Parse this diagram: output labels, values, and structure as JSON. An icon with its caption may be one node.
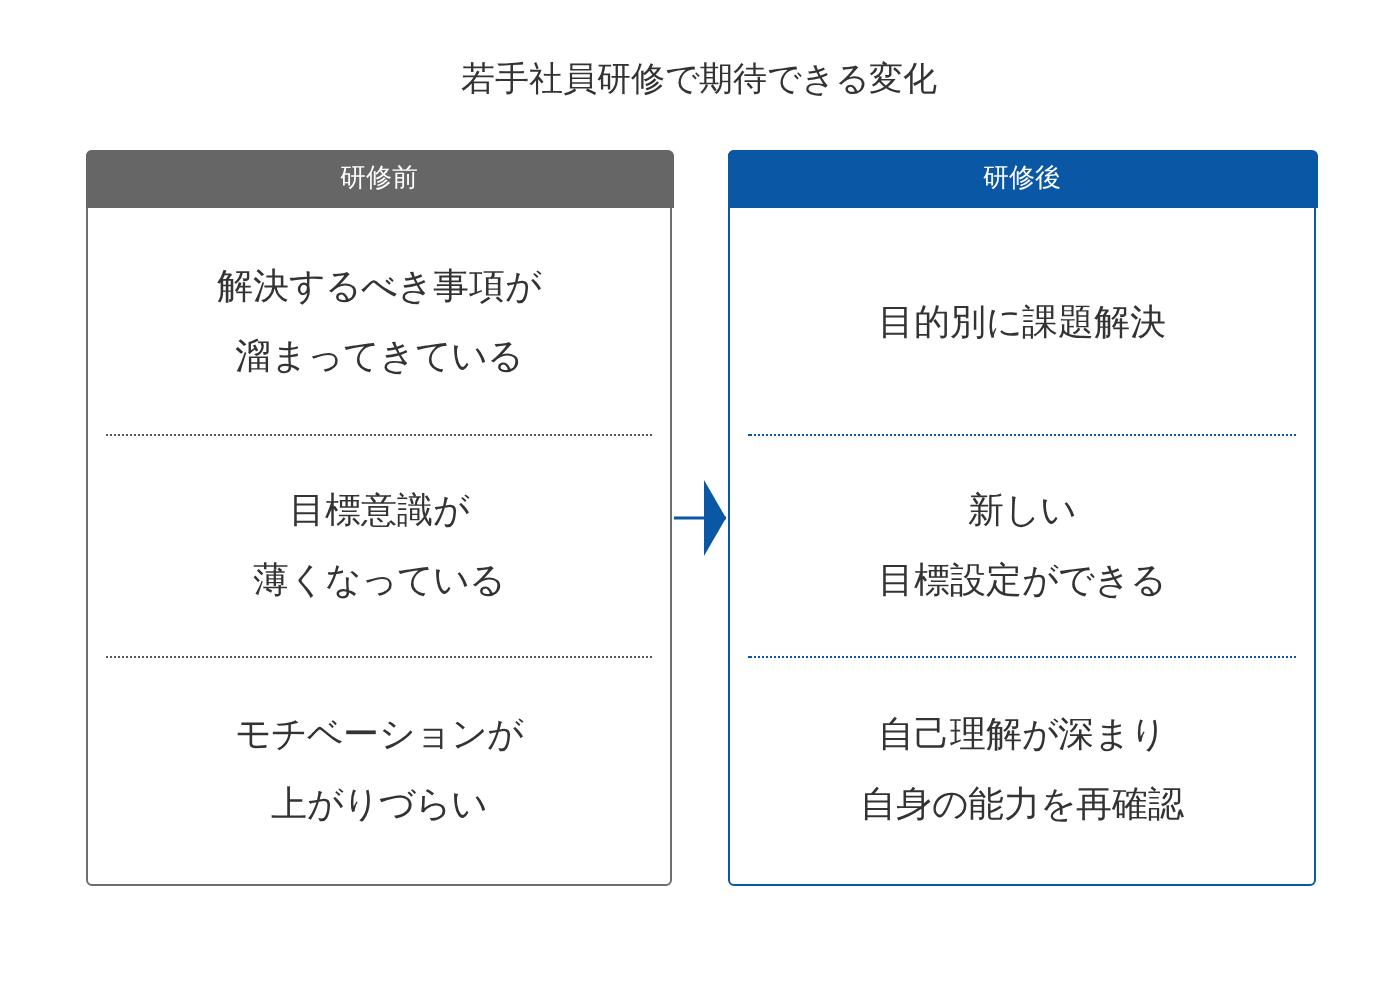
{
  "diagram": {
    "title": "若手社員研修で期待できる変化",
    "nodes": [
      {
        "text": [
          "研修前"
        ]
      },
      {
        "text": [
          "解決するべき事項が溜まってきている"
        ],
        "in": 0
      },
      {
        "text": [
          "目標意識が薄くなっている"
        ],
        "in": 0
      },
      {
        "text": [
          "モチベーションが上がりづらい"
        ],
        "in": 0
      },
      {
        "text": [
          "研修後"
        ]
      },
      {
        "text": [
          "目的別に課題解決"
        ],
        "in": 4
      },
      {
        "text": [
          "新しい目標設定ができる"
        ],
        "in": 4
      },
      {
        "text": [
          "自己理解が深まり自身の能力を再確認"
        ],
        "in": 4
      }
    ],
    "edges": [
      {
        "from": 0,
        "to": 4,
        "arrow": "to"
      }
    ]
  }
}
